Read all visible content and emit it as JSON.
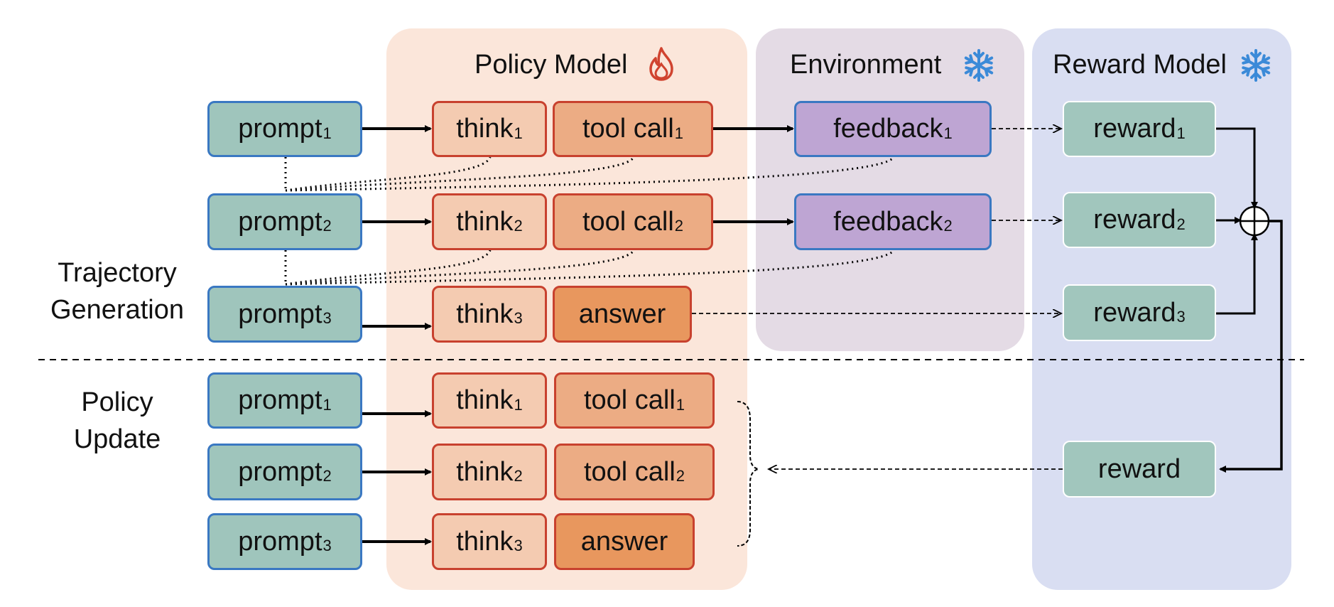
{
  "panels": {
    "policy": {
      "title": "Policy Model",
      "icon": "fire-icon",
      "color": "#fbe6da"
    },
    "environment": {
      "title": "Environment",
      "icon": "snowflake-icon",
      "color": "#e4dbe5"
    },
    "reward": {
      "title": "Reward Model",
      "icon": "snowflake-icon",
      "color": "#d9def2"
    }
  },
  "sections": {
    "generation": {
      "line1": "Trajectory",
      "line2": "Generation"
    },
    "update": {
      "line1": "Policy",
      "line2": "Update"
    }
  },
  "generation": {
    "rows": [
      {
        "prompt": "prompt",
        "think": "think",
        "action": "tool call",
        "feedback": "feedback",
        "reward": "reward",
        "sub": "1"
      },
      {
        "prompt": "prompt",
        "think": "think",
        "action": "tool call",
        "feedback": "feedback",
        "reward": "reward",
        "sub": "2"
      },
      {
        "prompt": "prompt",
        "think": "think",
        "action": "answer",
        "feedback": "",
        "reward": "reward",
        "sub": "3"
      }
    ]
  },
  "update": {
    "rows": [
      {
        "prompt": "prompt",
        "think": "think",
        "action": "tool call",
        "sub": "1",
        "action_sub": "1"
      },
      {
        "prompt": "prompt",
        "think": "think",
        "action": "tool call",
        "sub": "2",
        "action_sub": "2"
      },
      {
        "prompt": "prompt",
        "think": "think",
        "action": "answer",
        "sub": "3",
        "action_sub": ""
      }
    ],
    "reward": "reward"
  },
  "colors": {
    "prompt_fill": "#9fc5bc",
    "box_border_blue": "#3a78c2",
    "box_border_red": "#c8412e",
    "fire": "#d0432f",
    "snowflake": "#3b8ad8"
  }
}
